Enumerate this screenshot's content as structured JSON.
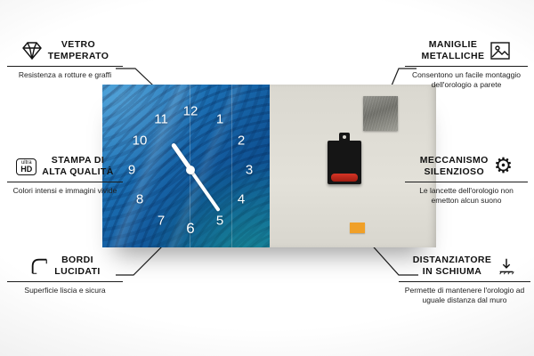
{
  "clock": {
    "numbers": [
      "12",
      "1",
      "2",
      "3",
      "4",
      "5",
      "6",
      "7",
      "8",
      "9",
      "10",
      "11"
    ],
    "hour_angle": -35,
    "minute_angle": 145,
    "front_color": "#1565a8",
    "foam_color": "#f0a028",
    "battery_color": "#c8251d"
  },
  "badge": {
    "line1": "ultra",
    "line2": "HD"
  },
  "features": [
    {
      "id": "vetro-temperato",
      "icon": "diamond-icon",
      "title_line1": "VETRO",
      "title_line2": "TEMPERATO",
      "subtitle": "Resistenza a rotture e graffi"
    },
    {
      "id": "stampa-alta-qualita",
      "icon": "ultra-hd-icon",
      "title_line1": "STAMPA DI",
      "title_line2": "ALTA QUALITÀ",
      "subtitle": "Colori intensi e immagini vivide"
    },
    {
      "id": "bordi-lucidati",
      "icon": "rounded-corner-icon",
      "title_line1": "BORDI",
      "title_line2": "LUCIDATI",
      "subtitle": "Superficie liscia e sicura"
    },
    {
      "id": "maniglie-metalliche",
      "icon": "picture-frame-icon",
      "title_line1": "MANIGLIE",
      "title_line2": "METALLICHE",
      "subtitle": "Consentono un facile montaggio dell'orologio a parete"
    },
    {
      "id": "meccanismo-silenzioso",
      "icon": "gear-icon",
      "title_line1": "MECCANISMO",
      "title_line2": "SILENZIOSO",
      "subtitle": "Le lancette dell'orologio non emetton alcun suono"
    },
    {
      "id": "distanziatore-schiuma",
      "icon": "wall-spacer-icon",
      "title_line1": "DISTANZIATORE",
      "title_line2": "IN SCHIUMA",
      "subtitle": "Permette di mantenere l'orologio ad uguale distanza dal muro"
    }
  ]
}
